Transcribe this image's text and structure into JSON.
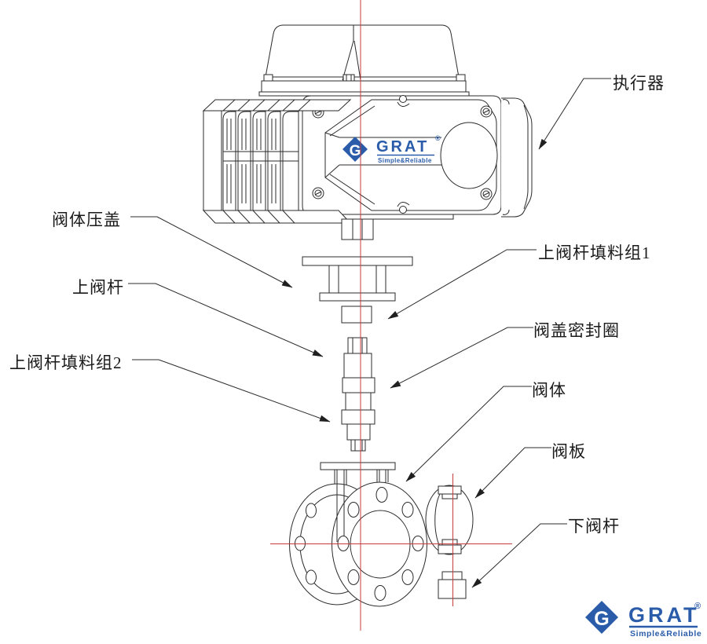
{
  "brand": {
    "name": "GRAT",
    "registered": "®",
    "tagline": "Simple&Reliable",
    "mark": "G",
    "color": "#2a5caa"
  },
  "colors": {
    "drawing_line": "#2b2b2b",
    "centerline_red": "#c43c3c",
    "label_text": "#1a1a1a"
  },
  "labels": {
    "actuator": "执行器",
    "valve_body_gland": "阀体压盖",
    "upper_stem": "上阀杆",
    "upper_stem_packing_2": "上阀杆填料组2",
    "upper_stem_packing_1": "上阀杆填料组1",
    "bonnet_seal_ring": "阀盖密封圈",
    "valve_body": "阀体",
    "valve_plate": "阀板",
    "lower_stem": "下阀杆"
  }
}
